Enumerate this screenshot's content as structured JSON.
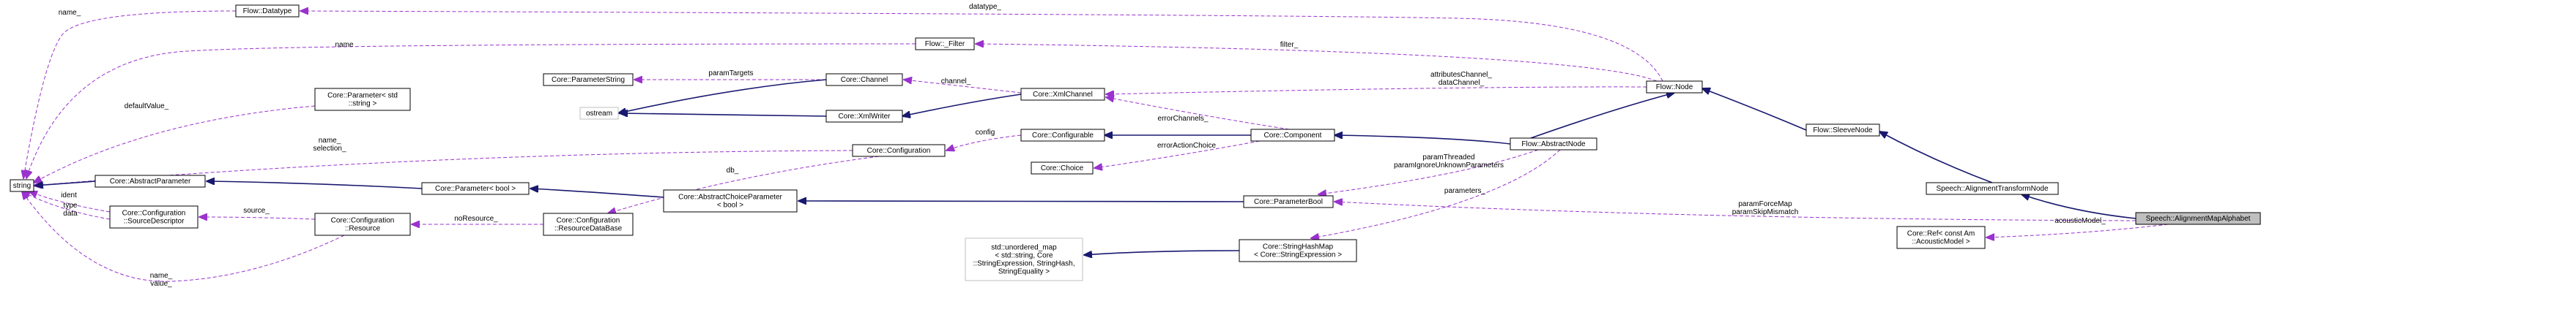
{
  "colors": {
    "inheritance_edge": "#191970",
    "usage_edge": "#9a32cd",
    "focus_node_fill": "#bfbfbf",
    "node_border": "#000000",
    "external_node_border": "#bfbfbf"
  },
  "nodes": {
    "string": [
      "string"
    ],
    "flow_datatype": [
      "Flow::Datatype"
    ],
    "flow_filter": [
      "Flow::_Filter"
    ],
    "core_parameter_string": [
      "Core::ParameterString"
    ],
    "core_parameter_std_string": [
      "Core::Parameter< std",
      "::string >"
    ],
    "ostream": [
      "ostream"
    ],
    "core_channel": [
      "Core::Channel"
    ],
    "core_xmlwriter": [
      "Core::XmlWriter"
    ],
    "core_xmlchannel": [
      "Core::XmlChannel"
    ],
    "flow_node": [
      "Flow::Node"
    ],
    "core_configurable": [
      "Core::Configurable"
    ],
    "core_component": [
      "Core::Component"
    ],
    "flow_abstractnode": [
      "Flow::AbstractNode"
    ],
    "flow_sleevenode": [
      "Flow::SleeveNode"
    ],
    "core_configuration": [
      "Core::Configuration"
    ],
    "core_choice": [
      "Core::Choice"
    ],
    "core_abstractparameter": [
      "Core::AbstractParameter"
    ],
    "core_parameter_bool": [
      "Core::Parameter< bool >"
    ],
    "core_abstractchoiceparameter": [
      "Core::AbstractChoiceParameter",
      "< bool >"
    ],
    "core_parameterbool": [
      "Core::ParameterBool"
    ],
    "speech_alignmenttransformnode": [
      "Speech::AlignmentTransformNode"
    ],
    "speech_alignmentmapalphabet": [
      "Speech::AlignmentMapAlphabet"
    ],
    "core_sourcedescriptor": [
      "Core::Configuration",
      "::SourceDescriptor"
    ],
    "core_resource": [
      "Core::Configuration",
      "::Resource"
    ],
    "core_resourcedatabase": [
      "Core::Configuration",
      "::ResourceDataBase"
    ],
    "std_unordered_map": [
      "std::unordered_map",
      "< std::string, Core",
      "::StringExpression, StringHash,",
      "StringEquality >"
    ],
    "core_stringhashmap": [
      "Core::StringHashMap",
      "< Core::StringExpression >"
    ],
    "core_ref_acousticmodel": [
      "Core::Ref< const Am",
      "::AcousticModel >"
    ]
  },
  "edge_labels": {
    "datatype_name": [
      "name_"
    ],
    "filter_name": [
      "name"
    ],
    "datatype": [
      "datatype_"
    ],
    "filter": [
      "filter_"
    ],
    "param_targets": [
      "paramTargets"
    ],
    "default_value": [
      "defaultValue_"
    ],
    "channel": [
      "channel_"
    ],
    "attributes_channel": [
      "attributesChannel_",
      "dataChannel_"
    ],
    "error_channels": [
      "errorChannels_"
    ],
    "name_selection": [
      "name_",
      "selection_"
    ],
    "config": [
      "config"
    ],
    "error_action_choice": [
      "errorActionChoice"
    ],
    "param_threaded": [
      "paramThreaded",
      "paramIgnoreUnknownParameters"
    ],
    "ident": [
      "ident"
    ],
    "type_data": [
      "type",
      "data"
    ],
    "db": [
      "db_"
    ],
    "parameters": [
      "parameters_"
    ],
    "source": [
      "source_"
    ],
    "no_resource": [
      "noResource_"
    ],
    "name_value": [
      "name_",
      "value_"
    ],
    "param_force_map": [
      "paramForceMap",
      "paramSkipMismatch"
    ],
    "acoustic_model": [
      "acousticModel_"
    ]
  }
}
